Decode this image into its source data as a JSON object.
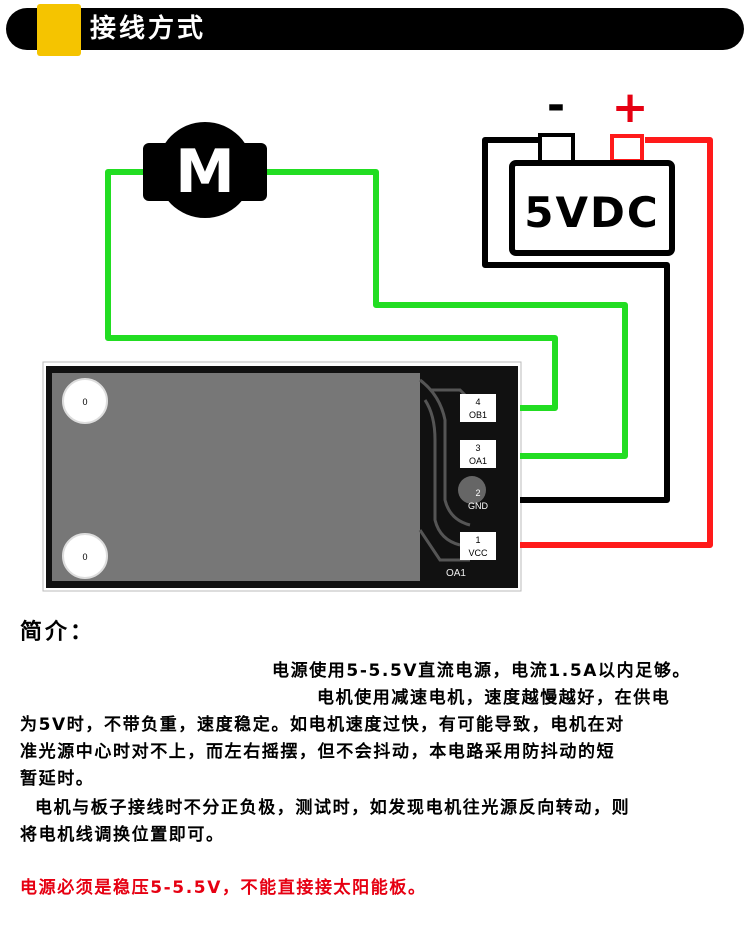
{
  "header": {
    "title": "接线方式"
  },
  "diagram": {
    "motor_label": "M",
    "battery_label": "5VDC",
    "minus_sign": "-",
    "plus_sign": "+",
    "pins": [
      {
        "num": "4",
        "name": "OB1"
      },
      {
        "num": "3",
        "name": "OA1"
      },
      {
        "num": "2",
        "name": "GND"
      },
      {
        "num": "1",
        "name": "VCC"
      }
    ],
    "hole_labels": [
      "0",
      "0"
    ],
    "silk_label": "OA1",
    "colors": {
      "motor_wire": "#22dd22",
      "negative_wire": "#000000",
      "positive_wire": "#ff1a1a",
      "accent": "#f5c400"
    }
  },
  "intro": {
    "title": "简介：",
    "lines": [
      "电源使用5-5.5V直流电源，电流1.5A以内足够。",
      "电机使用减速电机，速度越慢越好，在供电",
      "为5V时，不带负重，速度稳定。如电机速度过快，有可能导致，电机在对",
      "准光源中心时对不上，而左右摇摆，但不会抖动，本电路采用防抖动的短",
      "暂延时。",
      "电机与板子接线时不分正负极，测试时，如发现电机往光源反向转动，则",
      "将电机线调换位置即可。"
    ],
    "warning": "电源必须是稳压5-5.5V，不能直接接太阳能板。"
  }
}
